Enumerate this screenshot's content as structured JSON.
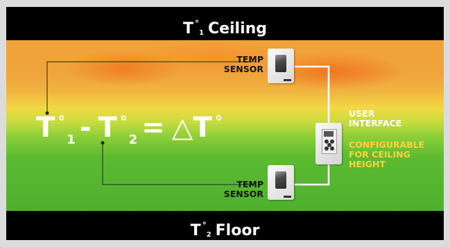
{
  "header": {
    "t": "T",
    "deg": "°",
    "sub": "1",
    "label": "Ceiling"
  },
  "footer": {
    "t": "T",
    "deg": "°",
    "sub": "2",
    "label": "Floor"
  },
  "equation": {
    "t1": "T",
    "deg1": "°",
    "sub1": "1",
    "minus": "-",
    "t2": "T",
    "deg2": "°",
    "sub2": "2",
    "equals": "=",
    "delta": "△",
    "t3": "T",
    "deg3": "°"
  },
  "sensor_top": {
    "line1": "TEMP",
    "line2": "SENSOR"
  },
  "sensor_bottom": {
    "line1": "TEMP",
    "line2": "SENSOR"
  },
  "user_interface": {
    "line1": "USER",
    "line2": "INTERFACE"
  },
  "config": {
    "line1": "CONFIGURABLE",
    "line2": "FOR CEILING",
    "line3": "HEIGHT"
  },
  "colors": {
    "hot": "#f0a43c",
    "cool": "#4fb02e",
    "accent": "#ffd23a",
    "band": "#000000"
  },
  "icons": [
    "temp-sensor-device",
    "user-interface-device"
  ]
}
